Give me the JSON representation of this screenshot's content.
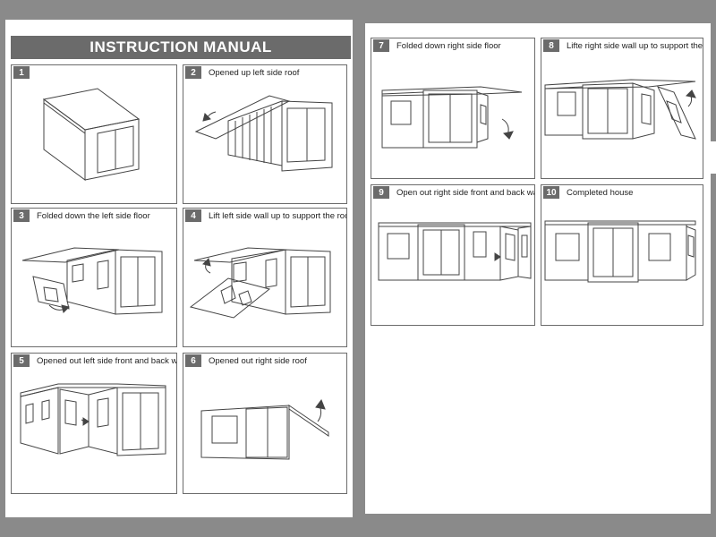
{
  "manual": {
    "title": "INSTRUCTION MANUAL"
  },
  "steps": [
    {
      "num": "1",
      "label": ""
    },
    {
      "num": "2",
      "label": "Opened up left side roof"
    },
    {
      "num": "3",
      "label": "Folded down the left side floor"
    },
    {
      "num": "4",
      "label": "Lift left side wall up to support the roof"
    },
    {
      "num": "5",
      "label": "Opened out left side front and back walls"
    },
    {
      "num": "6",
      "label": "Opened out right side roof"
    },
    {
      "num": "7",
      "label": "Folded down right side floor"
    },
    {
      "num": "8",
      "label": "Lifte right side wall up to support the roof"
    },
    {
      "num": "9",
      "label": "Open out right side front and back walls"
    },
    {
      "num": "10",
      "label": "Completed house"
    }
  ],
  "colors": {
    "frame": "#6b6b6b",
    "line": "#444444"
  },
  "icons": {
    "arrow": "curved-arrow-icon"
  }
}
